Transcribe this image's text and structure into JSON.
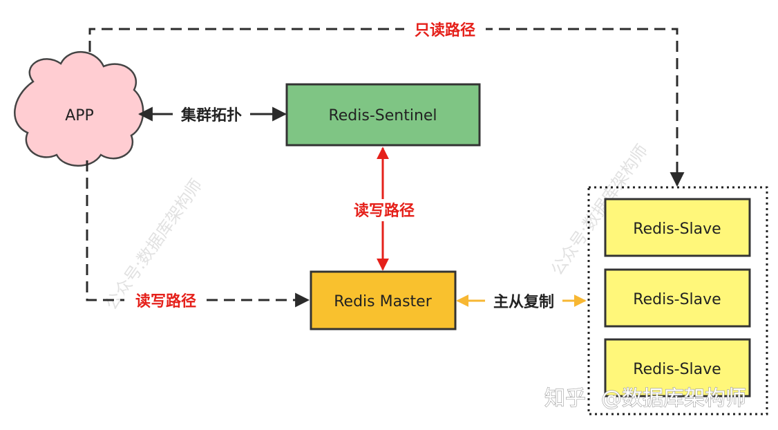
{
  "nodes": {
    "app": "APP",
    "sentinel": "Redis-Sentinel",
    "master": "Redis Master",
    "slaves": [
      "Redis-Slave",
      "Redis-Slave",
      "Redis-Slave"
    ]
  },
  "edges": {
    "readonly_path": "只读路径",
    "cluster_topology": "集群拓扑",
    "readwrite_path_sentinel": "读写路径",
    "readwrite_path_app": "读写路径",
    "replication": "主从复制"
  },
  "watermarks": {
    "left": "公众号:数据库架构师",
    "right": "公众号:数据库架构师",
    "brand_platform": "知乎",
    "brand_handle": "@数据库架构师"
  },
  "colors": {
    "cloud_fill": "#ffcdd2",
    "sentinel_fill": "#7fc584",
    "master_fill": "#f9c12e",
    "slave_fill": "#fff77a",
    "red_path": "#e5201a",
    "replication_arrow": "#f7b733",
    "line_dark": "#2b2b2b"
  }
}
